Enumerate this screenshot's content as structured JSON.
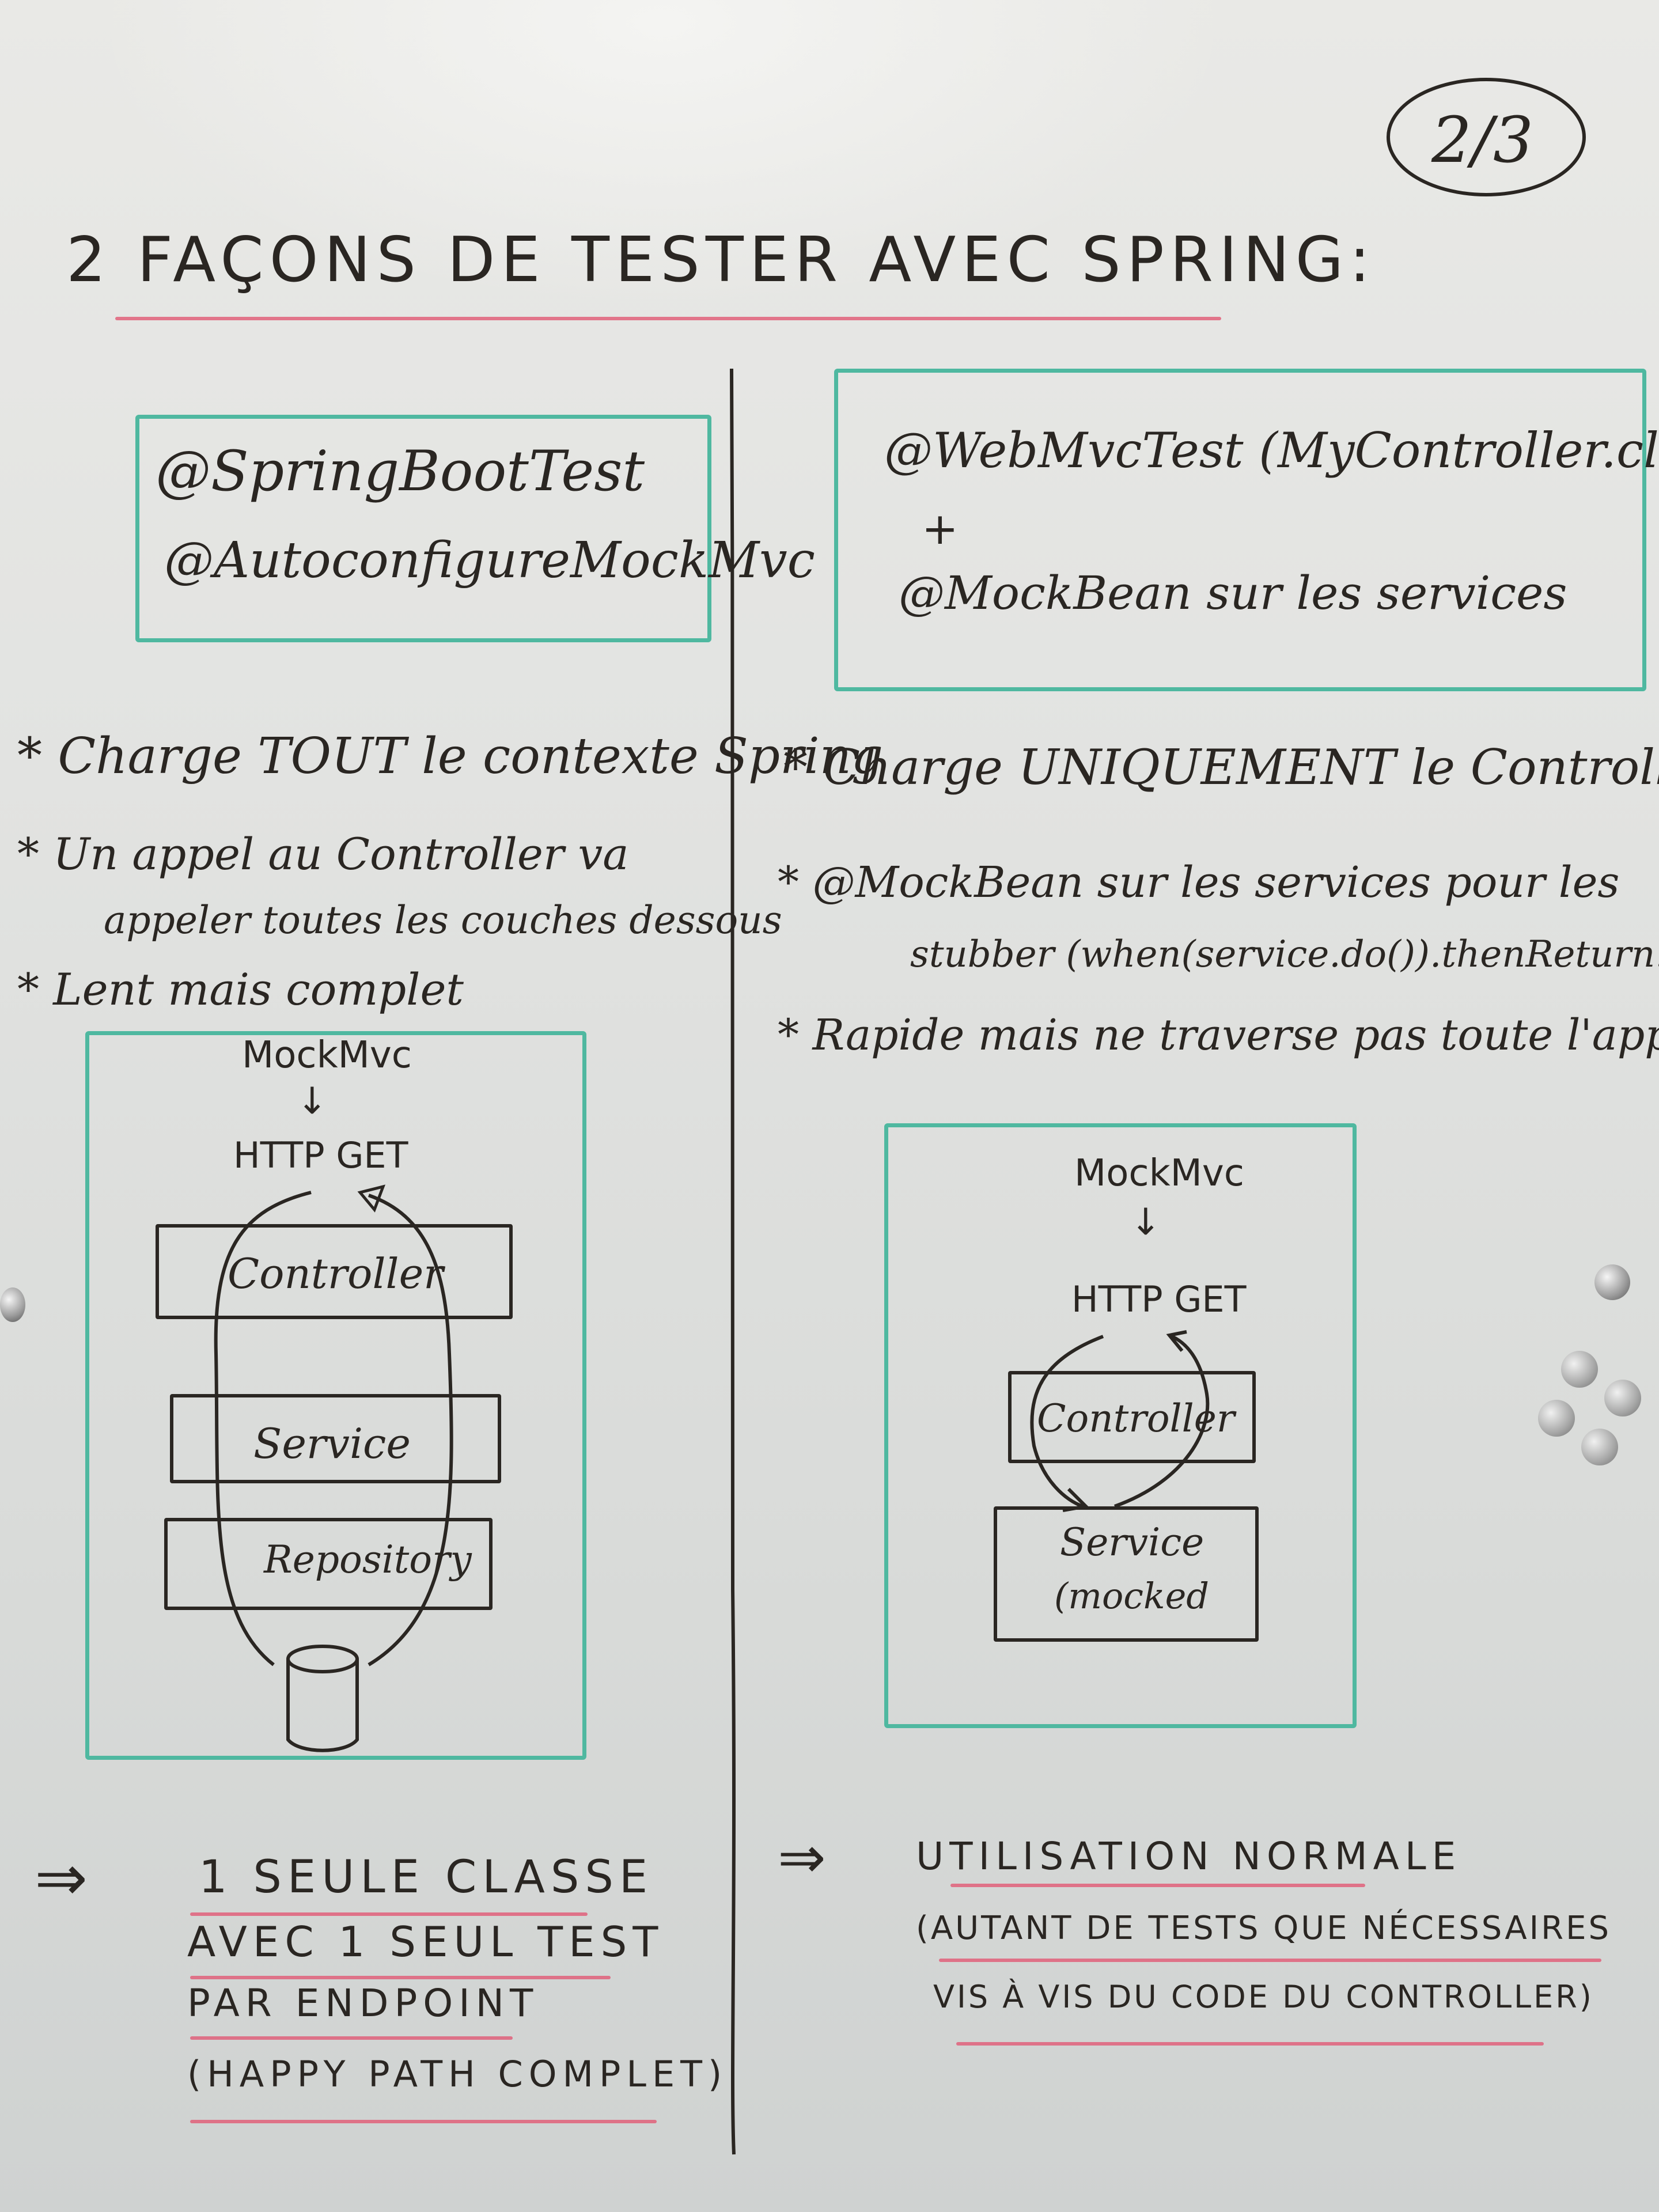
{
  "page_number": "2/3",
  "title": "2 FAÇONS DE TESTER AVEC SPRING:",
  "left": {
    "annotation_1": "@SpringBootTest",
    "annotation_2": "@AutoconfigureMockMvc",
    "bullets": [
      "Charge TOUT le contexte Spring",
      "Un appel au Controller va",
      "appeler toutes les couches dessous",
      "Lent mais complet"
    ],
    "diagram": {
      "entry": "MockMvc",
      "request": "HTTP GET",
      "layers": [
        "Controller",
        "Service",
        "Repository"
      ]
    },
    "conclusion": [
      "1 SEULE CLASSE",
      "AVEC 1 SEUL TEST",
      "PAR ENDPOINT",
      "(HAPPY PATH COMPLET)"
    ]
  },
  "right": {
    "annotation_1": "@WebMvcTest (MyController.class)",
    "plus": "+",
    "annotation_2": "@MockBean sur les services",
    "bullets": [
      "Charge UNIQUEMENT le Controller",
      "@MockBean sur les services pour les",
      "stubber (when(service.do()).thenReturn...)",
      "Rapide mais ne traverse pas toute l'applicat"
    ],
    "diagram": {
      "entry": "MockMvc",
      "request": "HTTP GET",
      "layers": [
        "Controller",
        "Service",
        "(mocked"
      ]
    },
    "conclusion": [
      "UTILISATION NORMALE",
      "(AUTANT DE TESTS QUE NÉCESSAIRES",
      "VIS À VIS DU CODE DU CONTROLLER)"
    ]
  },
  "colors": {
    "ink": "#2a2622",
    "box_green": "#4fb8a0",
    "underline_red": "#e0607a",
    "board": "#e2e3e1"
  }
}
